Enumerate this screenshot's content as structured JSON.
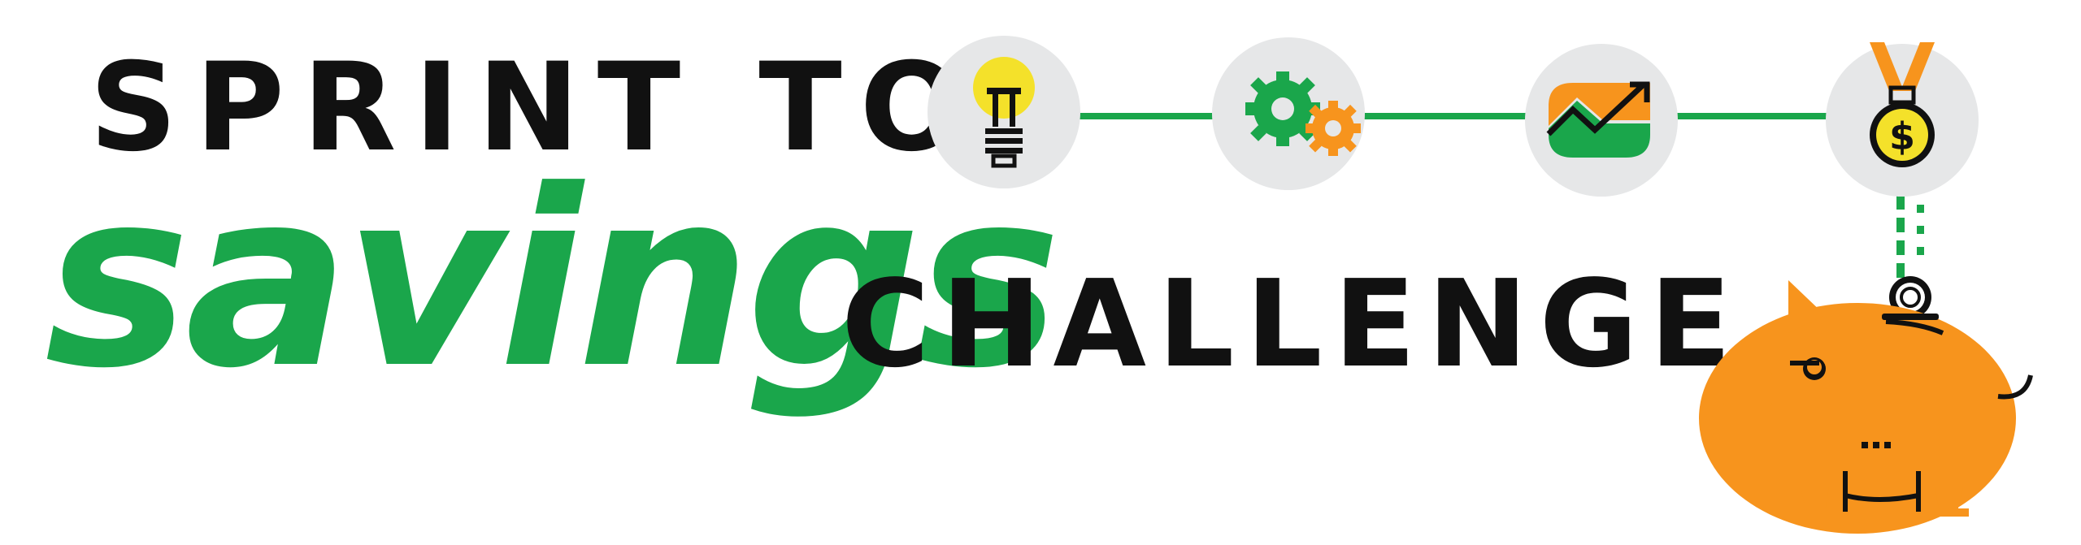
{
  "title": {
    "line1": "SPRINT TO",
    "line2": "savings",
    "line3": "CHALLENGE"
  },
  "colors": {
    "green": "#1aa64b",
    "orange": "#f7941d",
    "yellow": "#f4e12a",
    "circle_bg": "#e6e7e8",
    "ink": "#111111"
  },
  "steps": [
    {
      "icon": "lightbulb-icon"
    },
    {
      "icon": "gears-icon"
    },
    {
      "icon": "growth-chart-icon"
    },
    {
      "icon": "medal-icon"
    }
  ],
  "illustration": {
    "icon": "piggy-bank-icon",
    "coin": "coin-icon"
  }
}
